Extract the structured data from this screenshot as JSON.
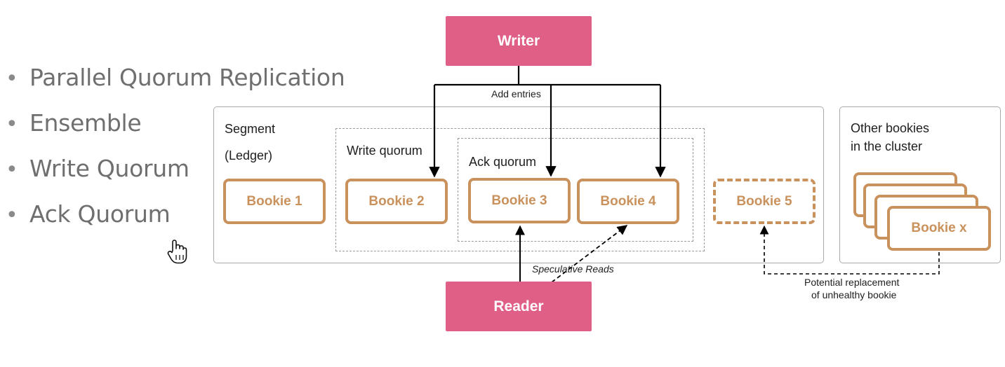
{
  "bullets": [
    "Parallel Quorum Replication",
    "Ensemble",
    "Write Quorum",
    "Ack Quorum"
  ],
  "diagram": {
    "writer": "Writer",
    "reader": "Reader",
    "add_entries": "Add entries",
    "segment": "Segment",
    "ledger": "(Ledger)",
    "write_quorum": "Write quorum",
    "ack_quorum": "Ack quorum",
    "bookies": [
      "Bookie 1",
      "Bookie 2",
      "Bookie 3",
      "Bookie 4",
      "Bookie 5"
    ],
    "other_bookies_line1": "Other bookies",
    "other_bookies_line2": "in the cluster",
    "bookie_x": "Bookie x",
    "speculative_reads": "Speculative Reads",
    "replacement_line1": "Potential  replacement",
    "replacement_line2": "of unhealthy bookie"
  },
  "colors": {
    "accent_pink": "#e05f86",
    "bookie_brown": "#c9915c",
    "text_gray": "#6f6f6f"
  }
}
